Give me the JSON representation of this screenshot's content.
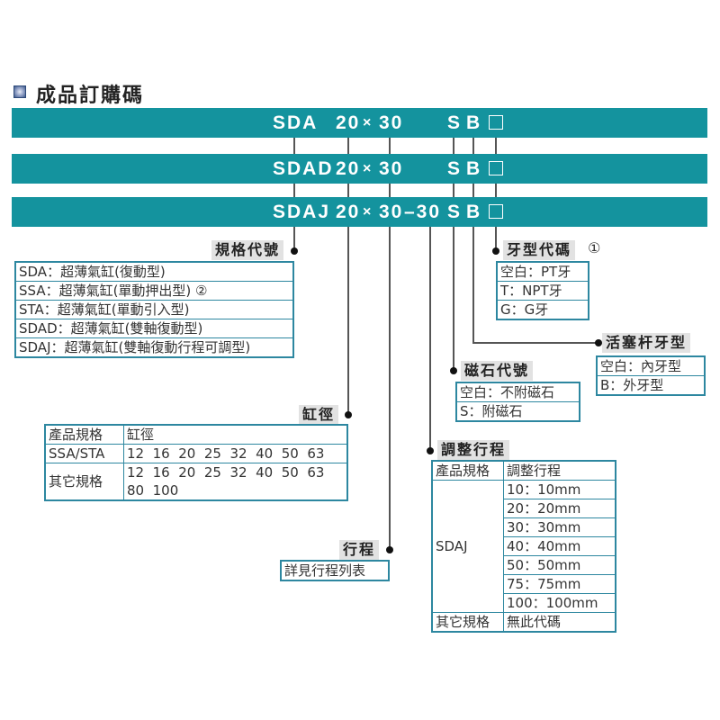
{
  "header": {
    "title": "成品訂購碼",
    "icon": "bullet-square-icon"
  },
  "code_bars": [
    {
      "series": "SDA",
      "bore": "20",
      "times": "×",
      "stroke": "30",
      "adjust": "",
      "magnet": "S",
      "rod": "B",
      "thread_box": "□"
    },
    {
      "series": "SDAD",
      "bore": "20",
      "times": "×",
      "stroke": "30",
      "adjust": "",
      "magnet": "S",
      "rod": "B",
      "thread_box": "□"
    },
    {
      "series": "SDAJ",
      "bore": "20",
      "times": "×",
      "stroke": "30",
      "adjust": "–30",
      "magnet": "S",
      "rod": "B",
      "thread_box": "□"
    }
  ],
  "spec_code": {
    "label": "規格代號",
    "rows": [
      "SDA：超薄氣缸(復動型)",
      "SSA：超薄氣缸(單動押出型) ②",
      "STA：超薄氣缸(單動引入型)",
      "SDAD：超薄氣缸(雙軸復動型)",
      "SDAJ：超薄氣缸(雙軸復動行程可調型)"
    ]
  },
  "bore": {
    "label": "缸徑",
    "header": [
      "產品規格",
      "缸徑"
    ],
    "rows": [
      {
        "spec": "SSA/STA",
        "values": "12  16  20  25  32  40  50  63"
      },
      {
        "spec": "其它規格",
        "values": "12  16  20  25  32  40  50  63",
        "values2": "80  100"
      }
    ]
  },
  "stroke": {
    "label": "行程",
    "value": "詳見行程列表"
  },
  "adjust_stroke": {
    "label": "調整行程",
    "header": [
      "產品規格",
      "調整行程"
    ],
    "group": "SDAJ",
    "values": [
      "10：10mm",
      "20：20mm",
      "30：30mm",
      "40：40mm",
      "50：50mm",
      "75：75mm",
      "100：100mm"
    ],
    "other": {
      "spec": "其它規格",
      "value": "無此代碼"
    }
  },
  "magnet": {
    "label": "磁石代號",
    "rows": [
      "空白：不附磁石",
      "S：附磁石"
    ]
  },
  "rod_thread": {
    "label": "活塞杆牙型",
    "rows": [
      "空白：內牙型",
      "B：外牙型"
    ]
  },
  "thread_code": {
    "label": "牙型代碼",
    "note": "①",
    "rows": [
      "空白：PT牙",
      "T：NPT牙",
      "G：G牙"
    ]
  },
  "colors": {
    "bar": "#14939e",
    "table_border": "#2d87a0",
    "label_bg": "#e2e2e2",
    "leader_line": "#555555"
  }
}
